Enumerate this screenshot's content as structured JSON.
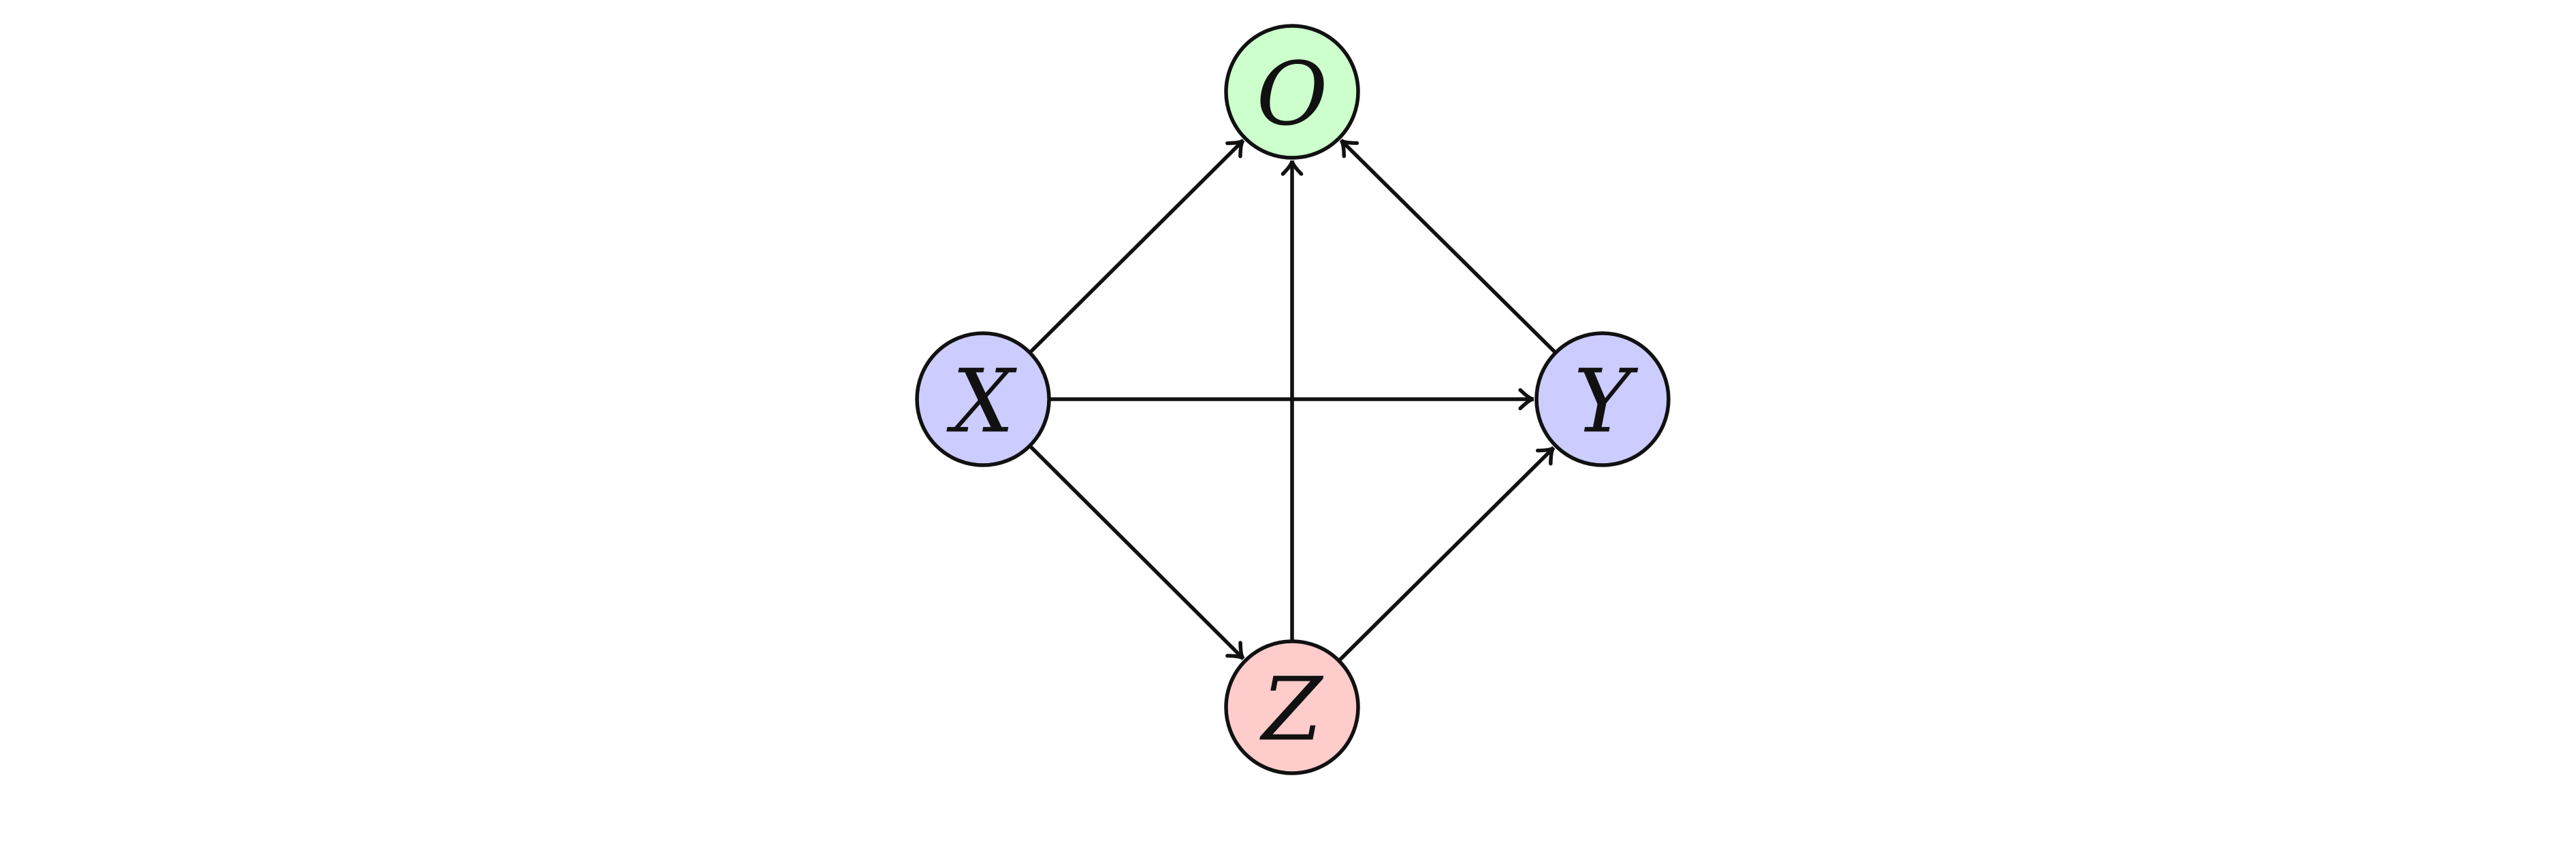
{
  "colors": {
    "node_X": "#ccccff",
    "node_Y": "#ccccff",
    "node_O": "#ccffcc",
    "node_Z": "#ffcccc",
    "stroke": "#111111"
  },
  "nodes": [
    {
      "id": "O",
      "label": "O",
      "color": "#ccffcc"
    },
    {
      "id": "X",
      "label": "X",
      "color": "#ccccff"
    },
    {
      "id": "Y",
      "label": "Y",
      "color": "#ccccff"
    },
    {
      "id": "Z",
      "label": "Z",
      "color": "#ffcccc"
    }
  ],
  "edges": [
    {
      "from": "X",
      "to": "O"
    },
    {
      "from": "X",
      "to": "Y"
    },
    {
      "from": "X",
      "to": "Z"
    },
    {
      "from": "Z",
      "to": "O"
    },
    {
      "from": "Z",
      "to": "Y"
    },
    {
      "from": "Y",
      "to": "O"
    }
  ]
}
